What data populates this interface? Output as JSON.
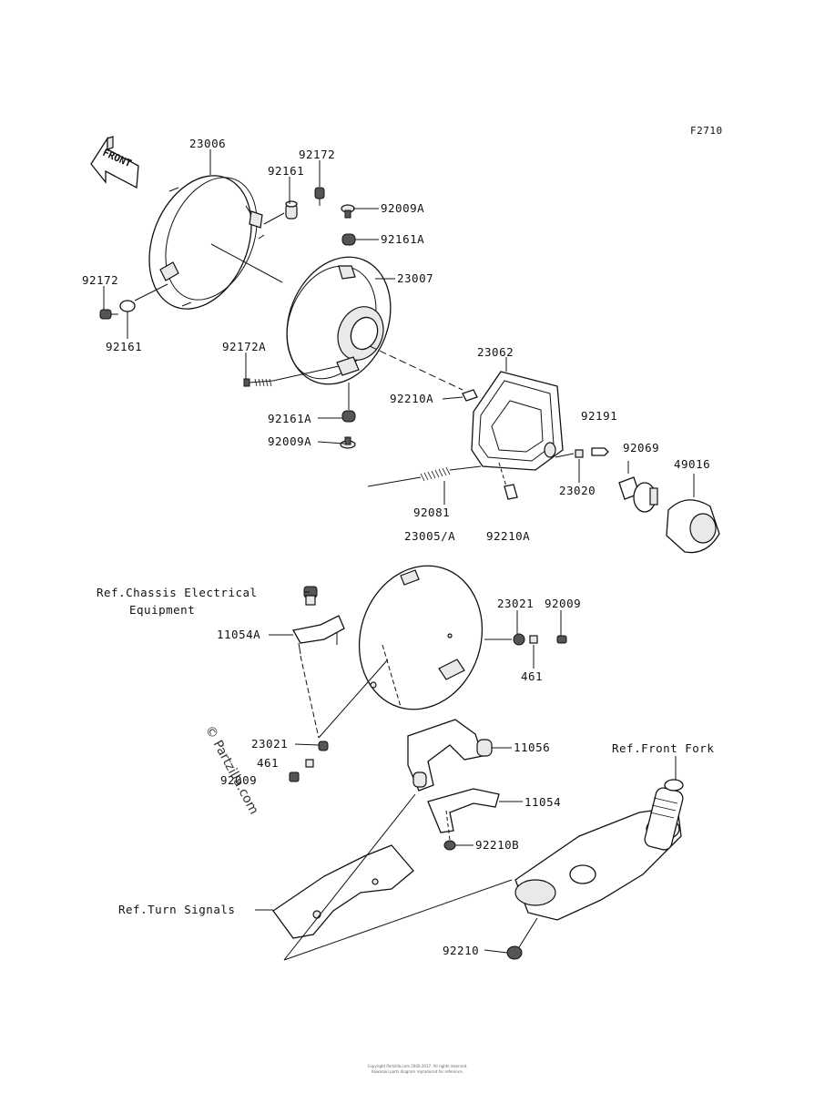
{
  "figure_code": "F2710",
  "front_badge": "FRONT",
  "watermark": "© Partzilla.com",
  "footer_lines": [
    "Copyright Partzilla.com 2000-2017. All rights reserved.",
    "Kawasaki parts diagram reproduced for reference."
  ],
  "parts": [
    {
      "id": "p23006",
      "label": "23006"
    },
    {
      "id": "p92172_top",
      "label": "92172"
    },
    {
      "id": "p92161_top",
      "label": "92161"
    },
    {
      "id": "p92009A_top",
      "label": "92009A"
    },
    {
      "id": "p92161A_top",
      "label": "92161A"
    },
    {
      "id": "p23007",
      "label": "23007"
    },
    {
      "id": "p92172_left",
      "label": "92172"
    },
    {
      "id": "p92161_left",
      "label": "92161"
    },
    {
      "id": "p92172A",
      "label": "92172A"
    },
    {
      "id": "p23062",
      "label": "23062"
    },
    {
      "id": "p92210A_top",
      "label": "92210A"
    },
    {
      "id": "p92191",
      "label": "92191"
    },
    {
      "id": "p92161A_bot",
      "label": "92161A"
    },
    {
      "id": "p92009A_bot",
      "label": "92009A"
    },
    {
      "id": "p92069",
      "label": "92069"
    },
    {
      "id": "p49016",
      "label": "49016"
    },
    {
      "id": "p23020",
      "label": "23020"
    },
    {
      "id": "p92081",
      "label": "92081"
    },
    {
      "id": "p23005A",
      "label": "23005/A"
    },
    {
      "id": "p92210A_bot",
      "label": "92210A"
    },
    {
      "id": "p_ref_chassis_1",
      "label": "Ref.Chassis Electrical"
    },
    {
      "id": "p_ref_chassis_2",
      "label": "Equipment"
    },
    {
      "id": "p23021_top",
      "label": "23021"
    },
    {
      "id": "p92009_top",
      "label": "92009"
    },
    {
      "id": "p11054A",
      "label": "11054A"
    },
    {
      "id": "p461_top",
      "label": "461"
    },
    {
      "id": "p23021_bot",
      "label": "23021"
    },
    {
      "id": "p11056",
      "label": "11056"
    },
    {
      "id": "p_ref_front_fork",
      "label": "Ref.Front Fork"
    },
    {
      "id": "p461_bot",
      "label": "461"
    },
    {
      "id": "p92009_bot",
      "label": "92009"
    },
    {
      "id": "p11054",
      "label": "11054"
    },
    {
      "id": "p92210B",
      "label": "92210B"
    },
    {
      "id": "p_ref_turn_signals",
      "label": "Ref.Turn Signals"
    },
    {
      "id": "p92210",
      "label": "92210"
    }
  ]
}
